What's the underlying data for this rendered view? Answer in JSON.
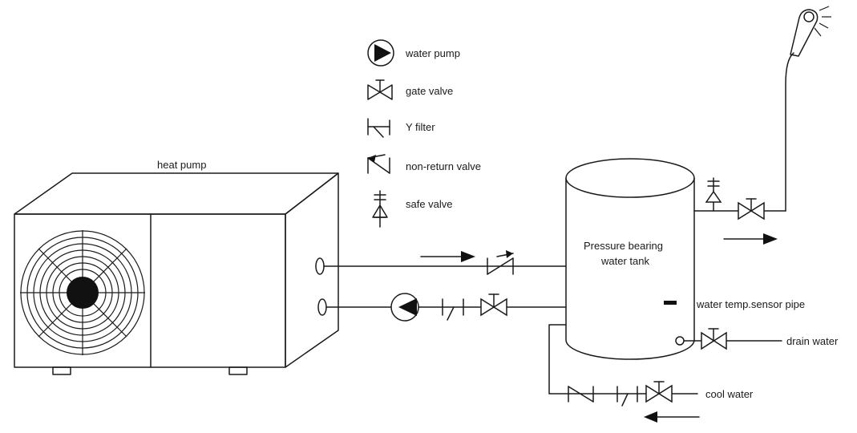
{
  "legend": {
    "water_pump": "water pump",
    "gate_valve": "gate valve",
    "y_filter": "Y filter",
    "non_return_valve": "non-return valve",
    "safe_valve": "safe valve"
  },
  "labels": {
    "heat_pump": "heat pump",
    "tank_line1": "Pressure bearing",
    "tank_line2": "water tank",
    "sensor": "water temp.sensor pipe",
    "drain": "drain water",
    "cool": "cool water"
  },
  "icons": [
    "pump-icon",
    "gate-valve-icon",
    "y-filter-icon",
    "non-return-valve-icon",
    "safe-valve-icon",
    "shower-head-icon",
    "fan-icon",
    "flow-arrow-icon"
  ],
  "colors": {
    "line": "#1a1a1a",
    "fill": "#111111",
    "background": "#ffffff"
  }
}
